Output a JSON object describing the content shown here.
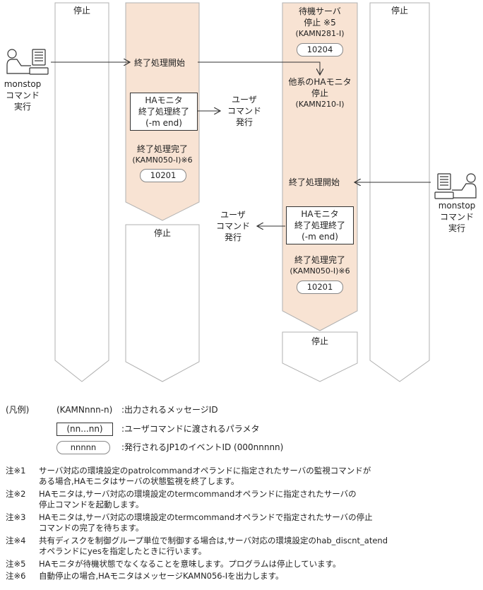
{
  "colors": {
    "lane_fill": "#f8e3d3",
    "lane_stroke": "#b0b0b0",
    "line": "#333333"
  },
  "lane1": {
    "title": "停止"
  },
  "lane2": {
    "start_label": "終了処理開始",
    "box_lines": [
      "HAモニタ",
      "終了処理終了",
      "(-m end)"
    ],
    "user_cmd_lines": [
      "ユーザ",
      "コマンド",
      "発行"
    ],
    "complete_lines": [
      "終了処理完了",
      "(KAMN050-I)※6"
    ],
    "event_id": "10201",
    "stop_label": "停止"
  },
  "lane3": {
    "standby_lines": [
      "待機サーバ",
      "停止 ※5",
      "(KAMN281-I)"
    ],
    "event_id_1": "10204",
    "other_lines": [
      "他系のHAモニタ",
      "停止",
      "(KAMN210-I)"
    ],
    "start_label": "終了処理開始",
    "box_lines": [
      "HAモニタ",
      "終了処理終了",
      "(-m end)"
    ],
    "user_cmd_lines": [
      "ユーザ",
      "コマンド",
      "発行"
    ],
    "complete_lines": [
      "終了処理完了",
      "(KAMN050-I)※6"
    ],
    "event_id_2": "10201",
    "stop_label": "停止"
  },
  "lane4": {
    "title": "停止"
  },
  "left_actor": {
    "lines": [
      "monstop",
      "コマンド",
      "実行"
    ],
    "icon": "person-at-computer-icon"
  },
  "right_actor": {
    "lines": [
      "monstop",
      "コマンド",
      "実行"
    ],
    "icon": "person-at-computer-icon"
  },
  "legend": {
    "title": "(凡例)",
    "rows": [
      {
        "sample": "(KAMNnnn-n)",
        "desc": ":出力されるメッセージID"
      },
      {
        "sample": "(nn...nn)",
        "desc": ":ユーザコマンドに渡されるパラメタ"
      },
      {
        "sample": "nnnnn",
        "desc": ":発行されるJP1のイベントID (000nnnnn)"
      }
    ]
  },
  "notes": [
    {
      "label": "注※1",
      "lines": [
        "サーバ対応の環境設定のpatrolcommandオペランドに指定されたサーバの監視コマンドが",
        "ある場合,HAモニタはサーバの状態監視を終了します。"
      ]
    },
    {
      "label": "注※2",
      "lines": [
        "HAモニタは,サーバ対応の環境設定のtermcommandオペランドに指定されたサーバの",
        "停止コマンドを起動します。"
      ]
    },
    {
      "label": "注※3",
      "lines": [
        "HAモニタは,サーバ対応の環境設定のtermcommandオペランドで指定されたサーバの停止",
        "コマンドの完了を待ちます。"
      ]
    },
    {
      "label": "注※4",
      "lines": [
        "共有ディスクを制御グループ単位で制御する場合は,サーバ対応の環境設定のhab_discnt_atend",
        "オペランドにyesを指定したときに行います。"
      ]
    },
    {
      "label": "注※5",
      "lines": [
        "HAモニタが待機状態でなくなることを意味します。プログラムは停止しています。"
      ]
    },
    {
      "label": "注※6",
      "lines": [
        "自動停止の場合,HAモニタはメッセージKAMN056-Iを出力します。"
      ]
    }
  ]
}
